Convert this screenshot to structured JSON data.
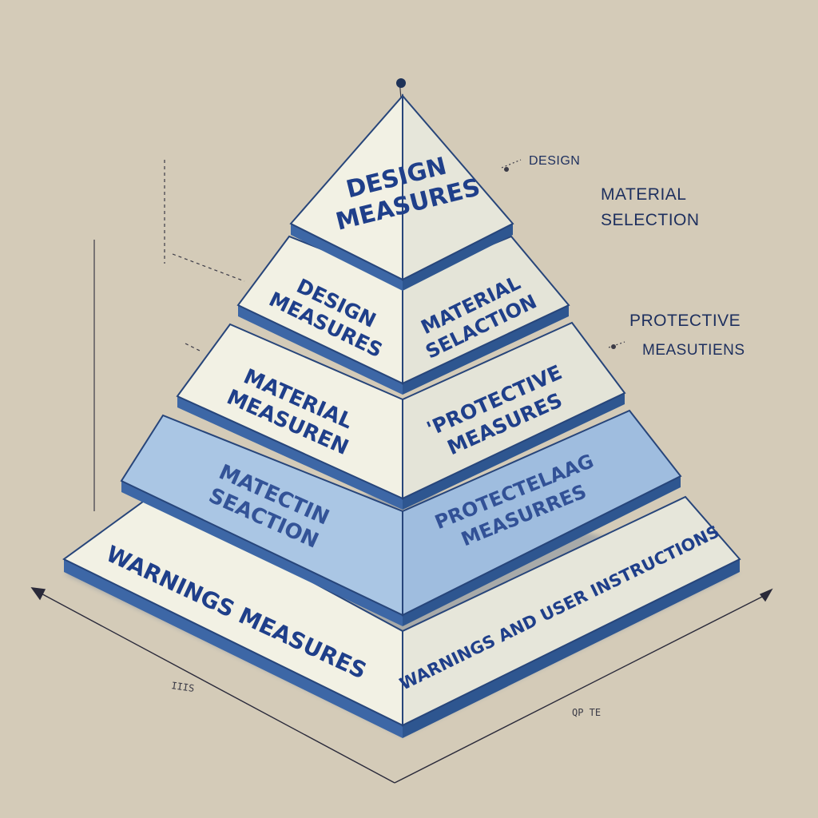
{
  "pyramid": {
    "top": {
      "line1": "DESIGN",
      "line2": "MEASURES"
    },
    "tier2": {
      "left": {
        "line1": "DESIGN",
        "line2": "MEASURES"
      },
      "right": {
        "line1": "MATERIAL",
        "line2": "SELACTION"
      }
    },
    "tier3": {
      "left": {
        "line1": "MATERIAL",
        "line2": "MEASUREN"
      },
      "right": {
        "line1": "'PROTECTIVE",
        "line2": "MEASURES"
      }
    },
    "tier4": {
      "left": {
        "line1": "MATECTIN",
        "line2": "SEACTION"
      },
      "right": {
        "line1": "PROTECTELAAG",
        "line2": "MEASURRES"
      }
    },
    "base": {
      "left": {
        "line1": "WARNINGS MEASURES"
      },
      "right": {
        "line1": "WARNINGS AND USER INSTRUCTIONS"
      }
    }
  },
  "side_labels": {
    "design": "DESIGN",
    "material_1": "MATERIAL",
    "material_2": "SELECTION",
    "protective_1": "PROTECTIVE",
    "protective_2": "MEASUTIENS"
  },
  "axis_labels": {
    "left": "IIIS",
    "right": "QP TE"
  },
  "colors": {
    "background": "#d4cbb8",
    "face_light": "#f1f0e2",
    "face_shade": "#dcdcd0",
    "face_blue": "#a9c6e6",
    "edge": "#27457a",
    "text": "#1f3f8a"
  }
}
